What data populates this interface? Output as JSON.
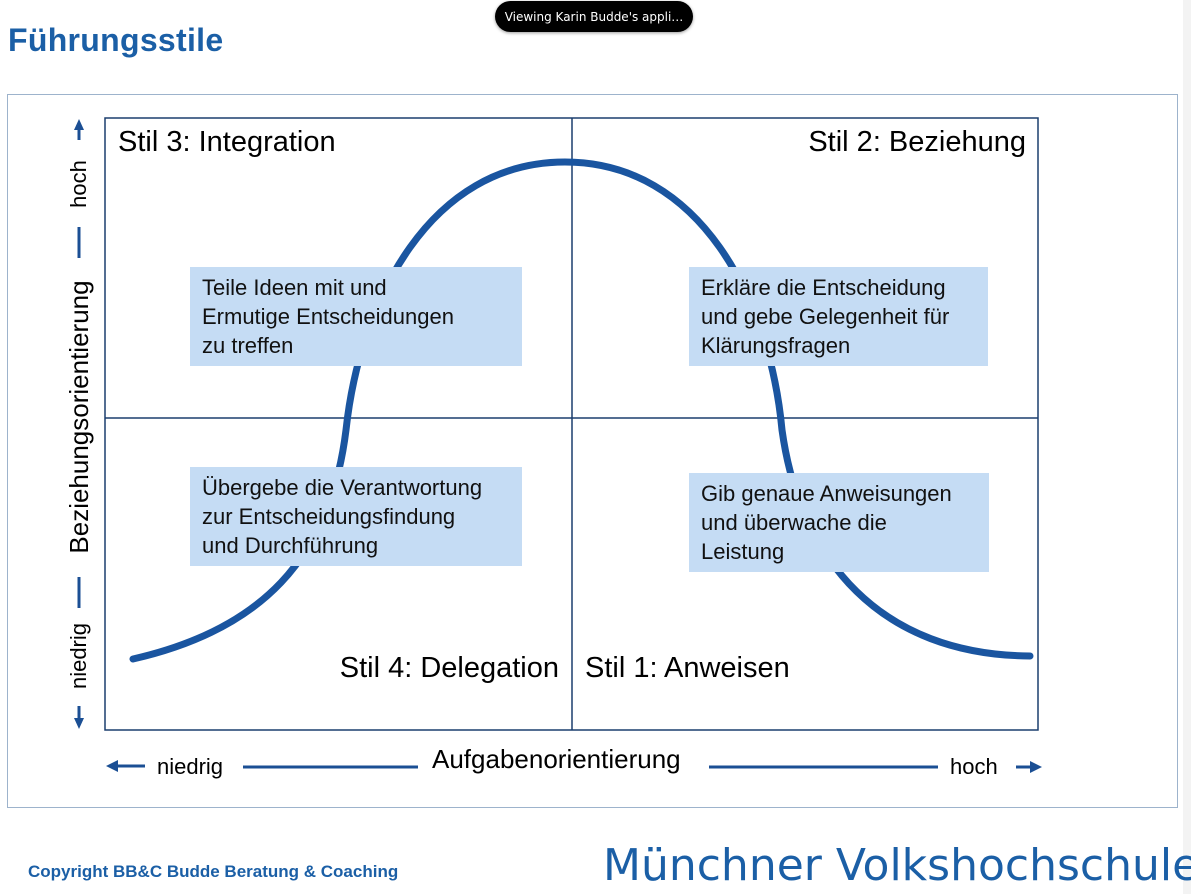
{
  "viewer_banner": "Viewing Karin Budde's appli…",
  "page_title": "Führungsstile",
  "quadrants": {
    "top_left_title": "Stil 3: Integration",
    "top_right_title": "Stil 2: Beziehung",
    "bottom_left_title": "Stil 4: Delegation",
    "bottom_right_title": "Stil 1: Anweisen"
  },
  "boxes": {
    "top_left": [
      "Teile Ideen mit und",
      "Ermutige Entscheidungen",
      "zu treffen"
    ],
    "top_right": [
      "Erkläre die Entscheidung",
      "und gebe Gelegenheit für",
      "Klärungsfragen"
    ],
    "bottom_left": [
      "Übergebe die Verantwortung",
      "zur Entscheidungsfindung",
      "und Durchführung"
    ],
    "bottom_right": [
      "Gib genaue Anweisungen",
      "und überwache die",
      "Leistung"
    ]
  },
  "x_axis": {
    "title": "Aufgabenorientierung",
    "low": "niedrig",
    "high": "hoch"
  },
  "y_axis": {
    "title": "Beziehungsorientierung",
    "low": "niedrig",
    "high": "hoch"
  },
  "colors": {
    "brand_blue": "#1b5fa6",
    "curve_blue": "#1a55a0",
    "box_fill": "#c5dcf4"
  },
  "footer": {
    "copyright": "Copyright BB&C Budde Beratung & Coaching",
    "organization": "Münchner Volkshochschule"
  }
}
